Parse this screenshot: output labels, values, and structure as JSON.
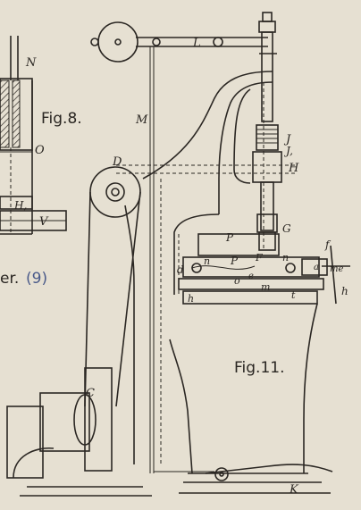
{
  "figures": {
    "fig8": "Fig.8.",
    "fig11": "Fig.11.",
    "caption_fragment": "er.",
    "caption_number": "(9)"
  },
  "labels": {
    "N": "N",
    "O": "O",
    "H_left": "H,",
    "V": "V",
    "M": "M",
    "L": "L",
    "D": "D",
    "J": "J",
    "J1": "J,",
    "H": "H",
    "G": "G",
    "P_upper": "P",
    "P_lower": "P",
    "F": "F",
    "n_left": "n",
    "n_right": "n",
    "d": "d",
    "o": "o",
    "e_small": "e",
    "f": "f",
    "a": "a",
    "me": "me",
    "h_right": "h",
    "h_left": "h",
    "m": "m",
    "t": "t",
    "C": "C",
    "K": "K"
  },
  "colors": {
    "paper": "#e6e0d2",
    "ink": "#2b2723",
    "caption_number": "#4a5a8a"
  }
}
